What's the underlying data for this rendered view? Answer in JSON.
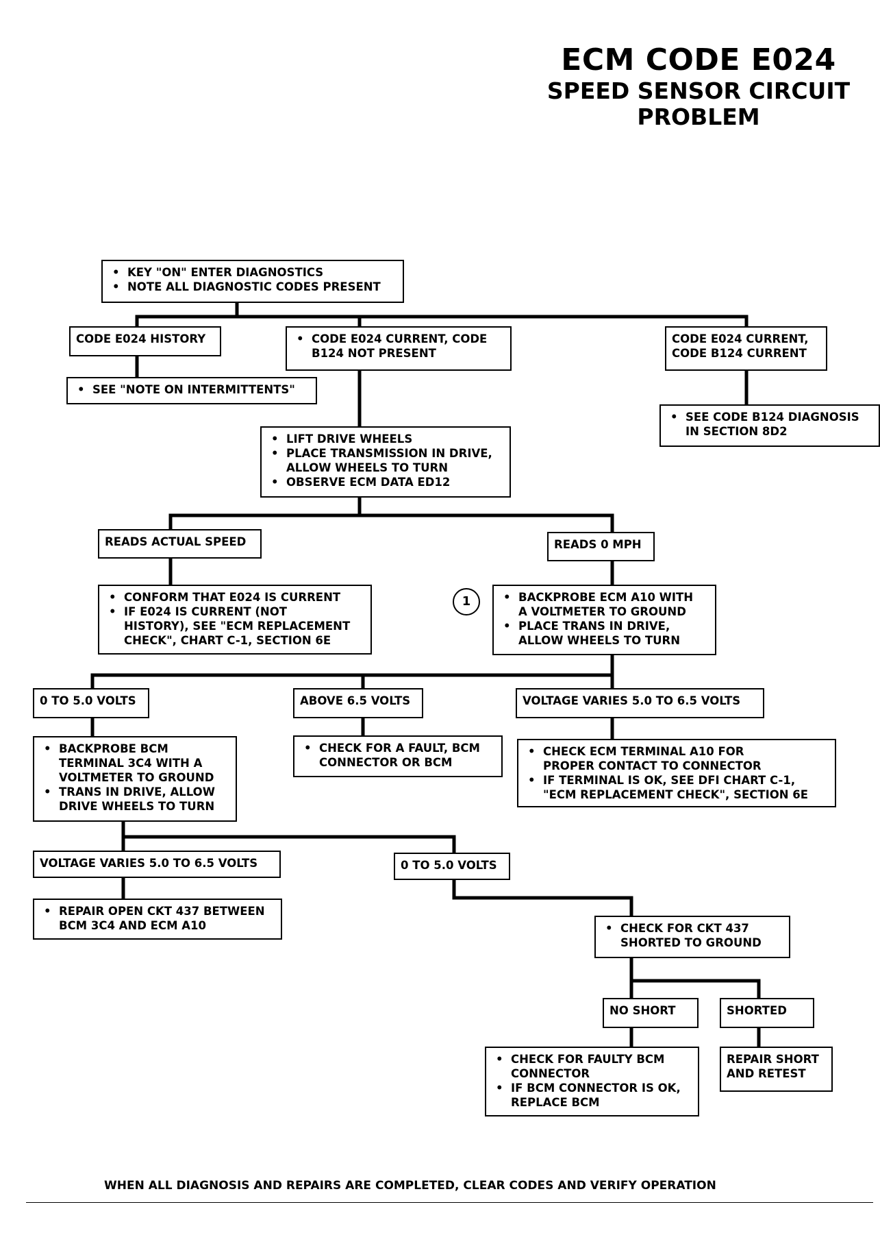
{
  "title": "ECM CODE E024",
  "subtitle": [
    "SPEED SENSOR CIRCUIT",
    "PROBLEM"
  ],
  "circle_label": "1",
  "footer": "WHEN ALL DIAGNOSIS AND REPAIRS ARE COMPLETED, CLEAR CODES AND VERIFY OPERATION",
  "boxes": {
    "start": [
      {
        "b": true,
        "t": "KEY \"ON\" ENTER DIAGNOSTICS"
      },
      {
        "b": true,
        "t": "NOTE ALL DIAGNOSTIC CODES PRESENT"
      }
    ],
    "code_history": [
      {
        "b": false,
        "t": "CODE E024 HISTORY"
      }
    ],
    "code_current_b124_not": [
      {
        "b": true,
        "t": "CODE E024 CURRENT, CODE"
      },
      {
        "c": true,
        "t": "B124 NOT PRESENT"
      }
    ],
    "code_current_b124_current": [
      {
        "b": false,
        "t": "CODE E024 CURRENT,"
      },
      {
        "b": false,
        "t": "CODE B124 CURRENT"
      }
    ],
    "note_intermittents": [
      {
        "b": true,
        "t": "SEE \"NOTE ON INTERMITTENTS\""
      }
    ],
    "see_b124": [
      {
        "b": true,
        "t": "SEE CODE B124 DIAGNOSIS"
      },
      {
        "c": true,
        "t": "IN SECTION 8D2"
      }
    ],
    "lift_wheels": [
      {
        "b": true,
        "t": "LIFT DRIVE WHEELS"
      },
      {
        "b": true,
        "t": "PLACE TRANSMISSION IN DRIVE,"
      },
      {
        "c": true,
        "t": "ALLOW WHEELS TO TURN"
      },
      {
        "b": true,
        "t": "OBSERVE ECM DATA ED12"
      }
    ],
    "reads_actual": [
      {
        "b": false,
        "t": "READS ACTUAL SPEED"
      }
    ],
    "reads_0": [
      {
        "b": false,
        "t": "READS 0 MPH"
      }
    ],
    "confirm_current": [
      {
        "b": true,
        "t": "CONFORM THAT E024 IS CURRENT"
      },
      {
        "b": true,
        "t": "IF E024 IS CURRENT (NOT"
      },
      {
        "c": true,
        "t": "HISTORY), SEE \"ECM REPLACEMENT"
      },
      {
        "c": true,
        "t": "CHECK\", CHART C-1, SECTION 6E"
      }
    ],
    "backprobe_ecm": [
      {
        "b": true,
        "t": "BACKPROBE ECM A10 WITH"
      },
      {
        "c": true,
        "t": "A VOLTMETER TO GROUND"
      },
      {
        "b": true,
        "t": "PLACE TRANS IN DRIVE,"
      },
      {
        "c": true,
        "t": "ALLOW WHEELS TO TURN"
      }
    ],
    "v_0_5": [
      {
        "b": false,
        "t": "0 TO 5.0 VOLTS"
      }
    ],
    "v_above": [
      {
        "b": false,
        "t": "ABOVE 6.5 VOLTS"
      }
    ],
    "v_varies": [
      {
        "b": false,
        "t": "VOLTAGE VARIES 5.0 TO 6.5 VOLTS"
      }
    ],
    "backprobe_bcm": [
      {
        "b": true,
        "t": "BACKPROBE BCM"
      },
      {
        "c": true,
        "t": "TERMINAL 3C4 WITH A"
      },
      {
        "c": true,
        "t": "VOLTMETER TO GROUND"
      },
      {
        "b": true,
        "t": "TRANS IN DRIVE, ALLOW"
      },
      {
        "c": true,
        "t": "DRIVE WHEELS TO TURN"
      }
    ],
    "check_fault": [
      {
        "b": true,
        "t": "CHECK FOR A FAULT, BCM"
      },
      {
        "c": true,
        "t": "CONNECTOR OR BCM"
      }
    ],
    "check_terminal": [
      {
        "b": true,
        "t": "CHECK ECM TERMINAL A10 FOR"
      },
      {
        "c": true,
        "t": "PROPER CONTACT TO CONNECTOR"
      },
      {
        "b": true,
        "t": "IF TERMINAL IS OK, SEE DFI CHART C-1,"
      },
      {
        "c": true,
        "t": "\"ECM REPLACEMENT CHECK\", SECTION 6E"
      }
    ],
    "v_varies2": [
      {
        "b": false,
        "t": "VOLTAGE VARIES 5.0 TO 6.5 VOLTS"
      }
    ],
    "v_0_5b": [
      {
        "b": false,
        "t": "0 TO 5.0 VOLTS"
      }
    ],
    "repair_open": [
      {
        "b": true,
        "t": "REPAIR OPEN CKT 437 BETWEEN"
      },
      {
        "c": true,
        "t": "BCM 3C4 AND ECM A10"
      }
    ],
    "check_ckt437": [
      {
        "b": true,
        "t": "CHECK FOR CKT 437"
      },
      {
        "c": true,
        "t": "SHORTED TO GROUND"
      }
    ],
    "no_short": [
      {
        "b": false,
        "t": "NO SHORT"
      }
    ],
    "shorted": [
      {
        "b": false,
        "t": "SHORTED"
      }
    ],
    "check_bcm_conn": [
      {
        "b": true,
        "t": "CHECK FOR FAULTY BCM"
      },
      {
        "c": true,
        "t": "CONNECTOR"
      },
      {
        "b": true,
        "t": "IF BCM CONNECTOR IS OK,"
      },
      {
        "c": true,
        "t": "REPLACE BCM"
      }
    ],
    "repair_short": [
      {
        "b": false,
        "t": "REPAIR SHORT"
      },
      {
        "b": false,
        "t": "AND RETEST"
      }
    ]
  }
}
